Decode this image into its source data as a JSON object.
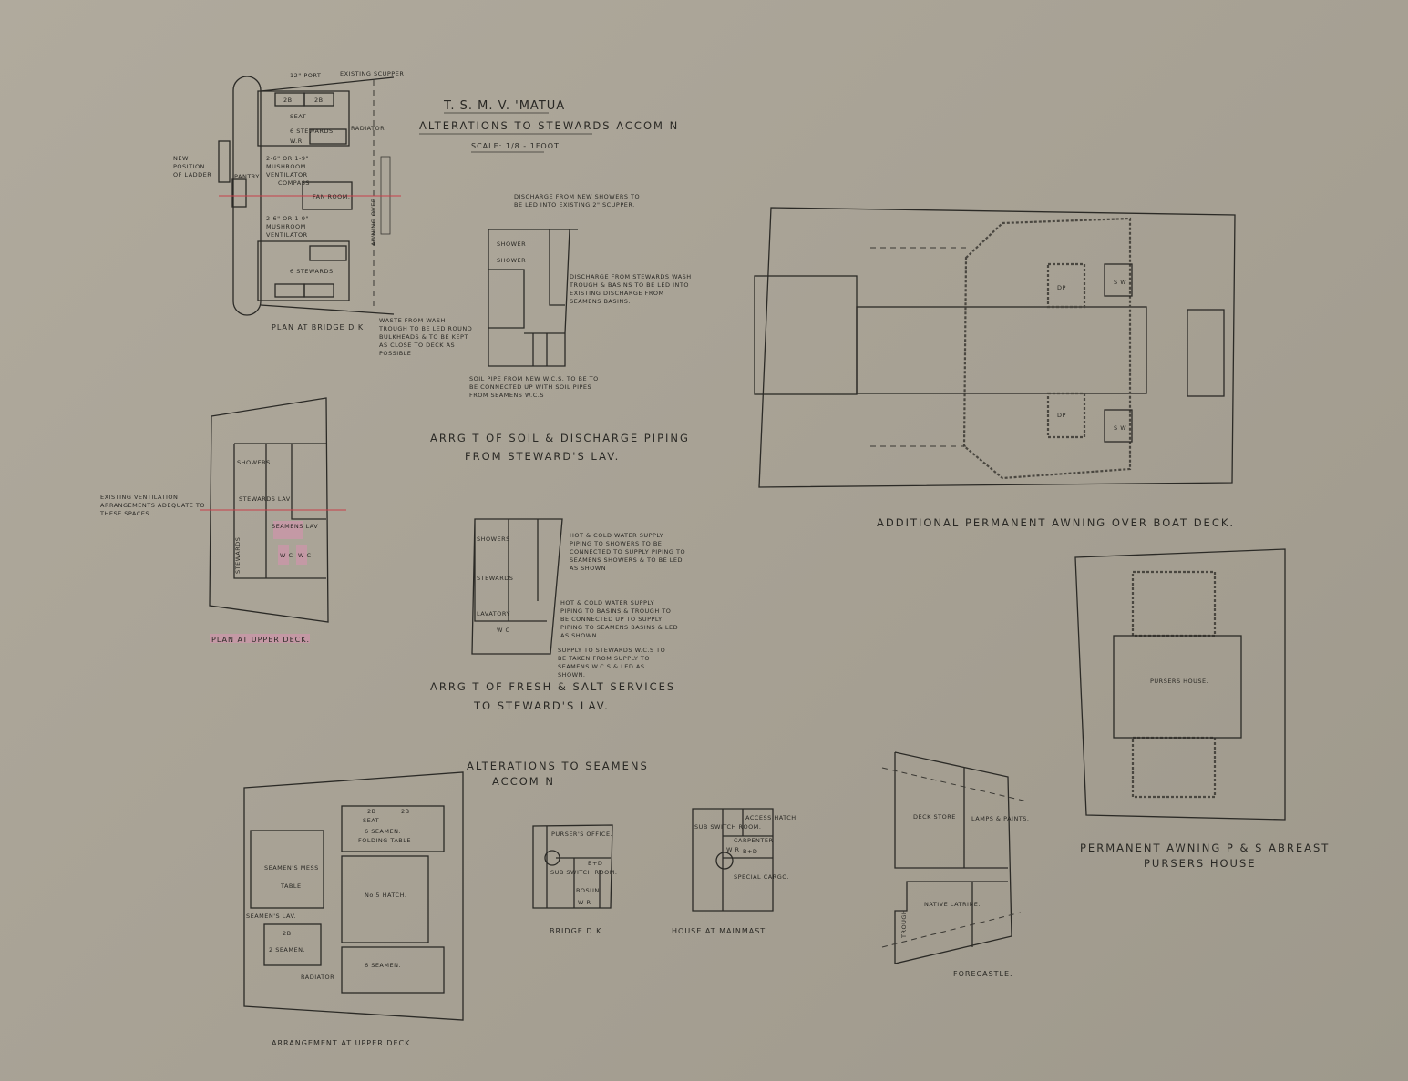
{
  "title": {
    "ship": "T. S. M. V. 'MATUA",
    "subtitle": "ALTERATIONS TO STEWARDS ACCOM N",
    "scale": "SCALE: 1/8 - 1FOOT."
  },
  "bridge_plan": {
    "title": "PLAN AT BRIDGE D K",
    "labels": {
      "port": "12\" PORT",
      "scupper": "EXISTING SCUPPER",
      "berth": "2B",
      "seat": "SEAT",
      "stewards": "6 STEWARDS",
      "radiator": "RADIATOR",
      "wr": "W.R.",
      "ventilator_1": "2-6\" OR 1-9\" MUSHROOM VENTILATOR",
      "ventilator_2": "2-6\" OR 1-9\" MUSHROOM VENTILATOR",
      "ladder_note": "NEW POSITION OF LADDER",
      "compass": "COMPASS",
      "fan_room": "FAN ROOM.",
      "ladder": "LADDER",
      "awning": "AWNING OVER",
      "pantry": "PANTRY"
    }
  },
  "soil_piping": {
    "title_1": "ARRG T OF SOIL & DISCHARGE PIPING",
    "title_2": "FROM STEWARD'S LAV.",
    "shower": "SHOWER",
    "note_1": "DISCHARGE FROM NEW SHOWERS TO BE LED INTO EXISTING 2\" SCUPPER.",
    "note_2": "DISCHARGE FROM STEWARDS WASH TROUGH & BASINS TO BE LED INTO EXISTING DISCHARGE FROM SEAMENS BASINS.",
    "note_3": "WASTE FROM WASH TROUGH TO BE LED ROUND BULKHEADS & TO BE KEPT AS CLOSE TO DECK AS POSSIBLE",
    "note_4": "SOIL PIPE FROM NEW W.C.S. TO BE TO BE CONNECTED UP WITH SOIL PIPES FROM SEAMENS W.C.S"
  },
  "upper_deck_plan": {
    "title": "PLAN AT UPPER DECK.",
    "note": "EXISTING VENTILATION ARRANGEMENTS ADEQUATE TO THESE SPACES",
    "showers": "SHOWERS",
    "stewards_lav": "STEWARDS LAV",
    "seamens_lav": "SEAMENS LAV",
    "wc": "W C",
    "stewards": "STEWARDS"
  },
  "fresh_salt": {
    "title_1": "ARRG T OF FRESH & SALT SERVICES",
    "title_2": "TO STEWARD'S LAV.",
    "showers": "SHOWERS",
    "stewards": "STEWARDS",
    "lavatory": "LAVATORY",
    "wc": "W C",
    "note_1": "HOT & COLD WATER SUPPLY PIPING TO SHOWERS TO BE CONNECTED TO SUPPLY PIPING TO SEAMENS SHOWERS & TO BE LED AS SHOWN",
    "note_2": "HOT & COLD WATER SUPPLY PIPING TO BASINS & TROUGH TO BE CONNECTED UP TO SUPPLY PIPING TO SEAMENS BASINS & LED AS SHOWN.",
    "note_3": "SUPPLY TO STEWARDS W.C.S TO BE TAKEN FROM SUPPLY TO SEAMENS W.C.S & LED AS SHOWN."
  },
  "boat_deck": {
    "title": "ADDITIONAL PERMANENT AWNING OVER BOAT DECK.",
    "sw": "S W",
    "dp": "DP"
  },
  "pursers_house": {
    "title_1": "PERMANENT AWNING P & S ABREAST",
    "title_2": "PURSERS HOUSE",
    "label": "PURSERS HOUSE."
  },
  "seamens": {
    "title_1": "ALTERATIONS TO SEAMENS",
    "title_2": "ACCOM N"
  },
  "upper_deck_arrangement": {
    "title": "ARRANGEMENT AT UPPER DECK.",
    "hatch": "No 5 HATCH.",
    "seamen_6": "6 SEAMEN.",
    "seamen_2": "2 SEAMEN.",
    "mess": "SEAMEN'S MESS",
    "lav": "SEAMEN'S LAV.",
    "radiator": "RADIATOR",
    "berth": "2B",
    "seat": "SEAT",
    "table": "TABLE",
    "folding_table": "FOLDING TABLE"
  },
  "bridge_deck_small": {
    "title": "BRIDGE D K",
    "pursers_office": "PURSER'S OFFICE.",
    "sub_switch": "SUB SWITCH ROOM.",
    "bd": "B+D",
    "bosun": "BOSUN.",
    "wr": "W R"
  },
  "house_mainmast": {
    "title": "HOUSE AT MAINMAST",
    "sub_switch": "SUB SWITCH ROOM.",
    "access_hatch": "ACCESS HATCH",
    "carpenter": "CARPENTER",
    "bd": "B+D",
    "special_cargo": "SPECIAL CARGO.",
    "wr": "W R"
  },
  "forecastle": {
    "title": "FORECASTLE.",
    "deck_store": "DECK STORE",
    "lamps": "LAMPS & PAINTS.",
    "latrine": "NATIVE LATRINE.",
    "trough": "TROUGH"
  },
  "colors": {
    "paper": "#a9a396",
    "ink": "#2b2a26",
    "red_line": "#c8404a",
    "pink_highlight": "#d98fb0"
  }
}
